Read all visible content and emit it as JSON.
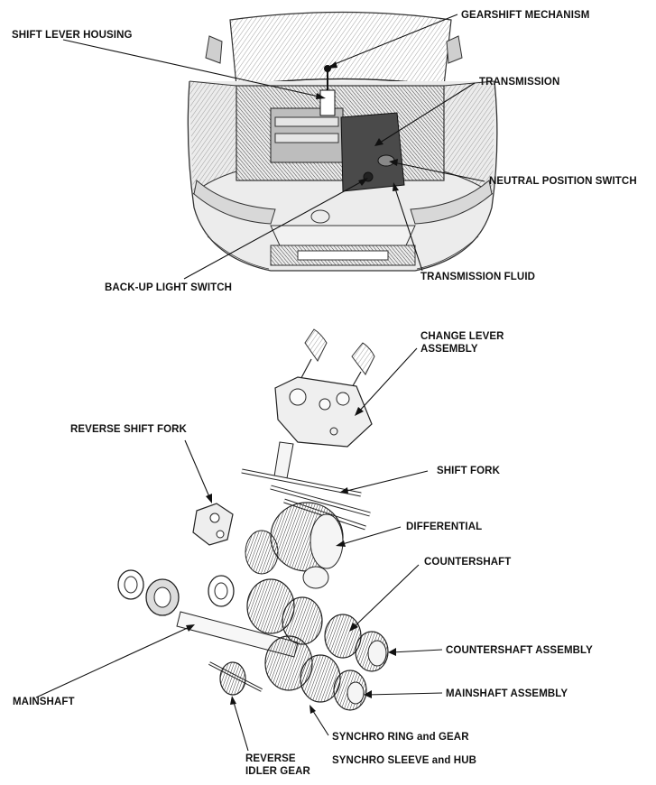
{
  "top_diagram": {
    "labels": {
      "gearshift_mechanism": "GEARSHIFT MECHANISM",
      "shift_lever_housing": "SHIFT LEVER HOUSING",
      "transmission": "TRANSMISSION",
      "neutral_position_switch": "NEUTRAL POSITION SWITCH",
      "back_up_light_switch": "BACK-UP LIGHT SWITCH",
      "transmission_fluid": "TRANSMISSION FLUID"
    }
  },
  "bottom_diagram": {
    "labels": {
      "change_lever_assembly": "CHANGE LEVER\nASSEMBLY",
      "reverse_shift_fork": "REVERSE SHIFT FORK",
      "shift_fork": "SHIFT FORK",
      "differential": "DIFFERENTIAL",
      "countershaft": "COUNTERSHAFT",
      "countershaft_assembly": "COUNTERSHAFT ASSEMBLY",
      "mainshaft": "MAINSHAFT",
      "mainshaft_assembly": "MAINSHAFT ASSEMBLY",
      "synchro_ring_and_gear": "SYNCHRO RING and GEAR",
      "synchro_sleeve_and_hub": "SYNCHRO SLEEVE and HUB",
      "reverse_idler_gear": "REVERSE\nIDLER GEAR"
    }
  }
}
